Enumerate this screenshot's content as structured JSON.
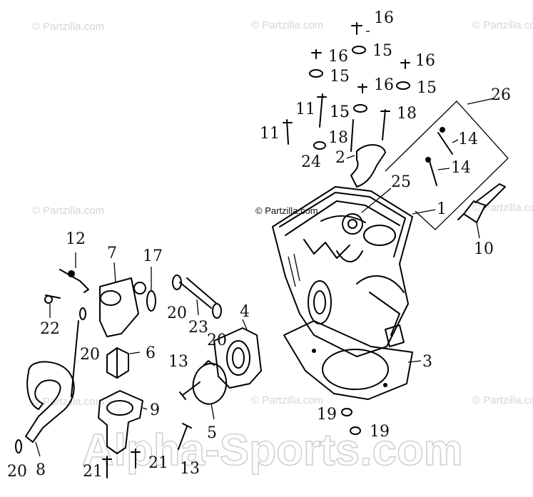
{
  "diagram": {
    "labels": [
      "16",
      "15",
      "16",
      "15",
      "16",
      "16",
      "15",
      "15",
      "11",
      "15",
      "18",
      "11",
      "18",
      "24",
      "2",
      "26",
      "14",
      "14",
      "25",
      "1",
      "10",
      "12",
      "7",
      "17",
      "22",
      "20",
      "20",
      "23",
      "20",
      "4",
      "6",
      "13",
      "3",
      "9",
      "5",
      "19",
      "19",
      "20",
      "8",
      "21",
      "21",
      "13"
    ],
    "watermark_text": "© Partzilla.com",
    "watermark_brand": "Alpha-Sports.com",
    "watermark_inline": "© Partzilla.com"
  }
}
